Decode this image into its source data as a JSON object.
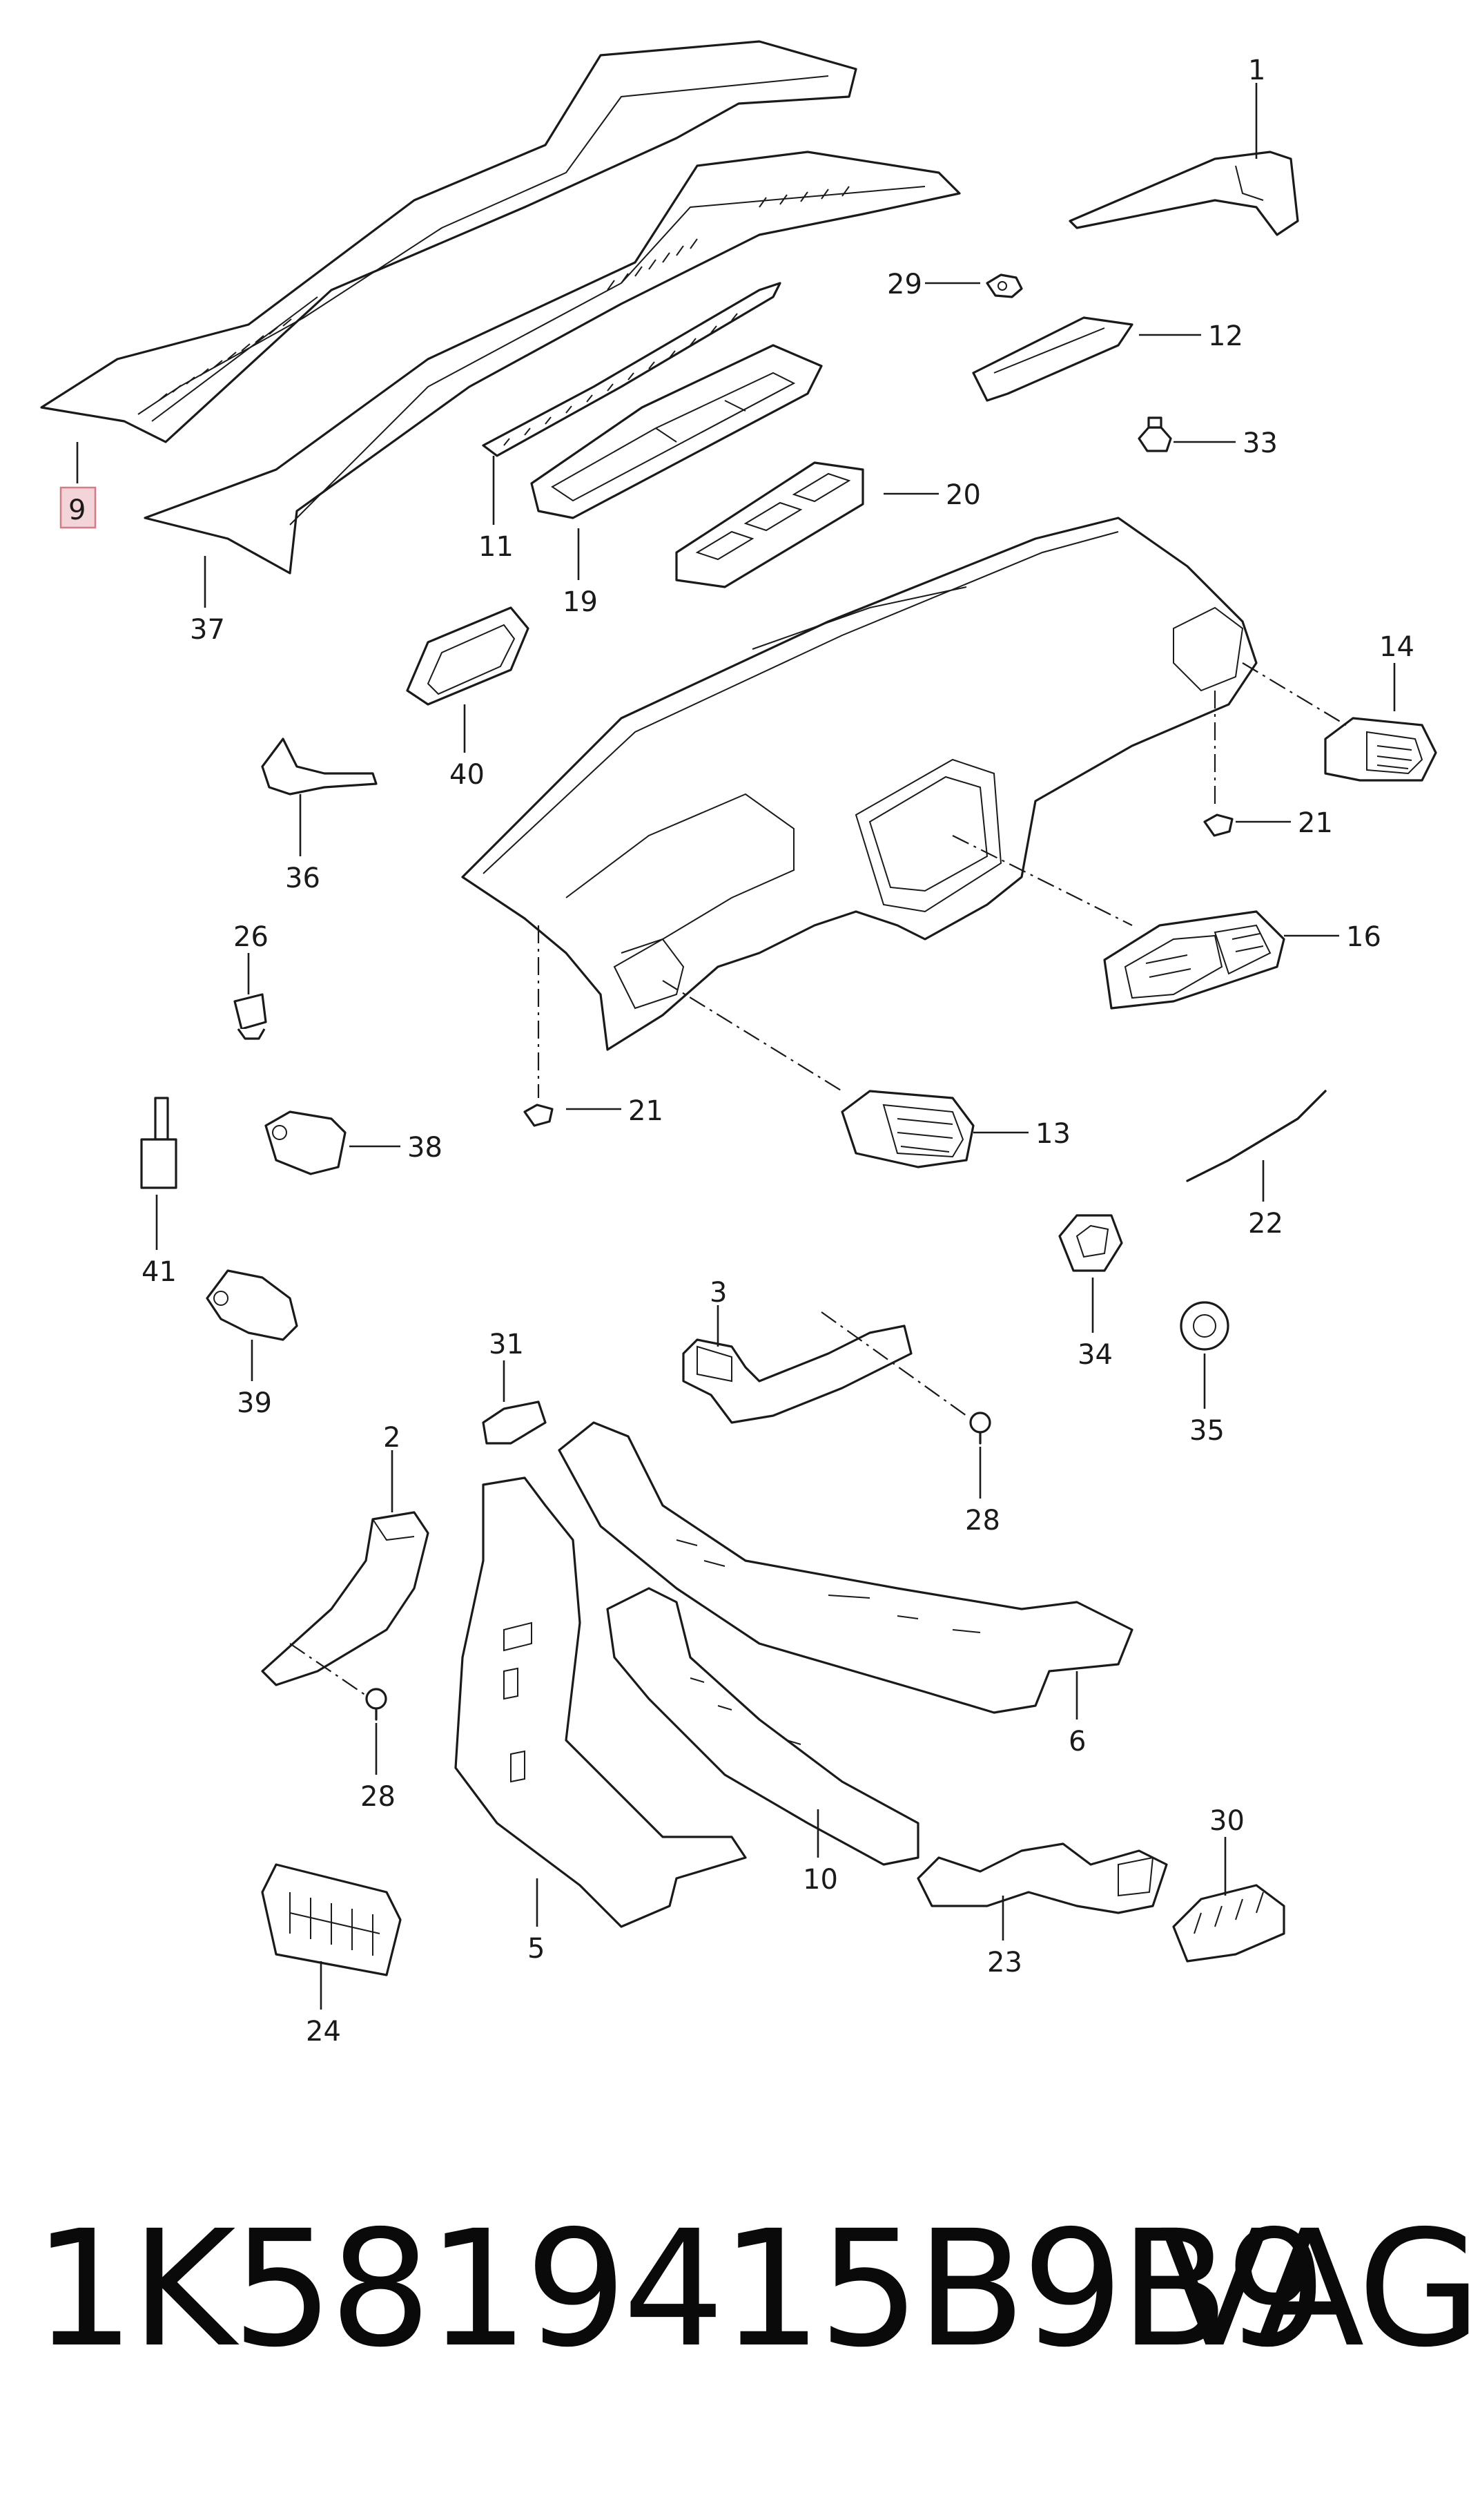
{
  "diagram": {
    "callouts": [
      "1",
      "2",
      "3",
      "5",
      "6",
      "9",
      "10",
      "11",
      "12",
      "13",
      "14",
      "16",
      "19",
      "20",
      "21",
      "21",
      "22",
      "23",
      "24",
      "26",
      "28",
      "28",
      "29",
      "30",
      "31",
      "33",
      "34",
      "35",
      "36",
      "37",
      "38",
      "39",
      "40",
      "41"
    ],
    "highlighted_callout": "9"
  },
  "footer": {
    "part_number": "1K5819415B9B9",
    "brand": "VAG"
  }
}
